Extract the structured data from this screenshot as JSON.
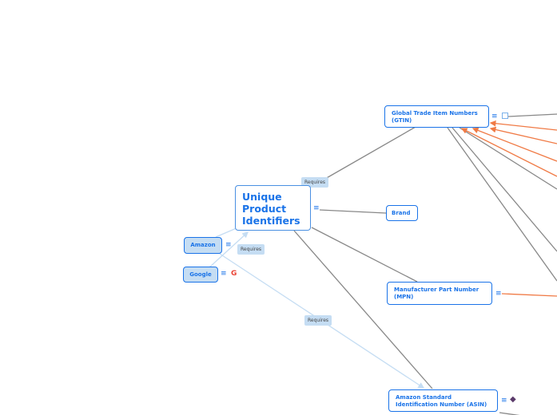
{
  "central": {
    "title": "Unique Product Identifiers"
  },
  "nodes": {
    "gtin": "Global Trade Item Numbers (GTIN)",
    "brand": "Brand",
    "mpn": "Manufacturer Part Number (MPN)",
    "asin": "Amazon Standard Identification Number (ASIN)",
    "amazon": "Amazon",
    "google": "Google"
  },
  "relations": {
    "r1": "Requires",
    "r2": "Requires",
    "r3": "Requires"
  },
  "icons": {
    "notes": "≡",
    "google": "G"
  },
  "colors": {
    "accent": "#1a73e8",
    "orange": "#f07a45",
    "gray": "#888888",
    "lightblue": "#c5ddf3"
  }
}
